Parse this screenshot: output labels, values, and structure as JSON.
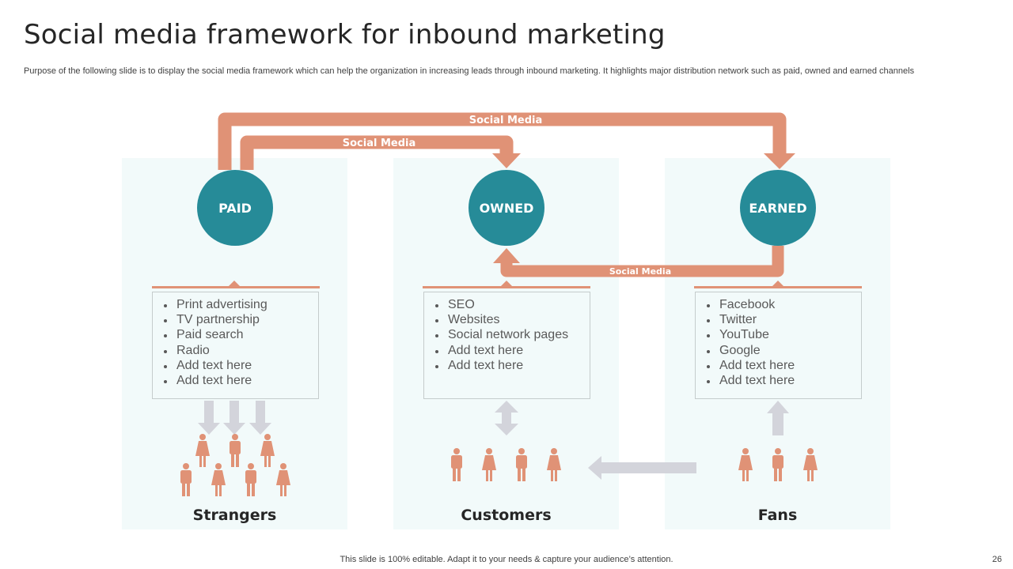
{
  "title": "Social media framework for inbound marketing",
  "subtitle": "Purpose of the following slide is to display the social media framework which can help the organization in increasing leads through inbound marketing. It highlights major distribution network such as paid, owned and earned channels",
  "flows": {
    "outer_label": "Social Media",
    "inner_label": "Social Media",
    "lower_label": "Social  Media"
  },
  "columns": [
    {
      "circle_label": "PAID",
      "items": [
        "Print advertising",
        "TV partnership",
        "Paid search",
        "Radio",
        "Add text here",
        "Add text here"
      ],
      "group_label": "Strangers"
    },
    {
      "circle_label": "OWNED",
      "items": [
        "SEO",
        "Websites",
        "Social network pages",
        "Add text here",
        "Add text here"
      ],
      "group_label": "Customers"
    },
    {
      "circle_label": "EARNED",
      "items": [
        "Facebook",
        "Twitter",
        "YouTube",
        "Google",
        "Add text here",
        "Add text here"
      ],
      "group_label": "Fans"
    }
  ],
  "colors": {
    "accent": "#E09276",
    "teal": "#268B98",
    "panel": "#F2FAFA",
    "gray_arrow": "#D3D4DB"
  },
  "footer": {
    "text": "This slide is 100% editable. Adapt it to your needs & capture your audience’s attention.",
    "page_number": "26"
  }
}
